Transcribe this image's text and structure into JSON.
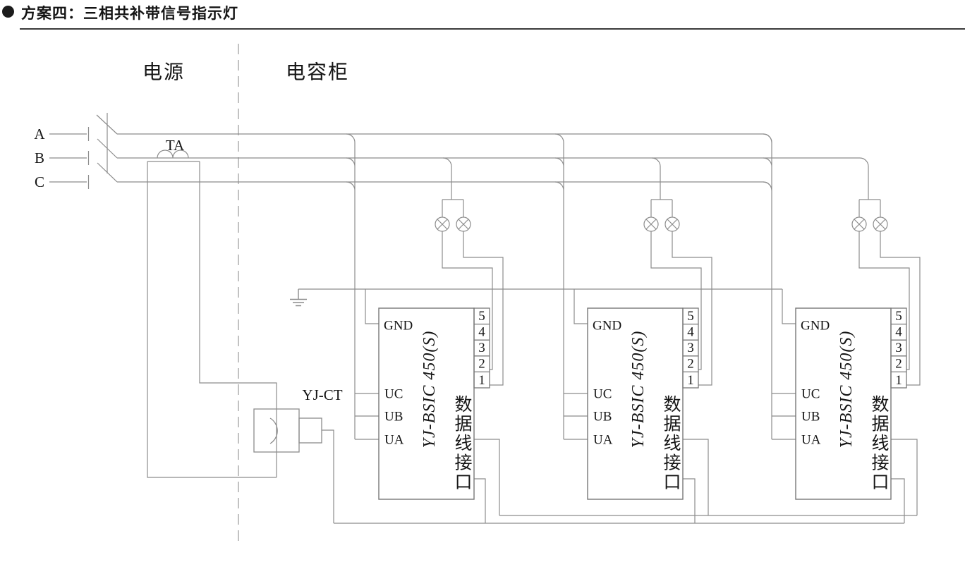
{
  "title": {
    "bullet_icon": "●",
    "text": "方案四：三相共补带信号指示灯"
  },
  "sections": {
    "power_label": "电源",
    "cabinet_label": "电容柜"
  },
  "phases": {
    "a": "A",
    "b": "B",
    "c": "C"
  },
  "transformer_label": "TA",
  "ct_sensor_label": "YJ-CT",
  "modules": [
    {
      "model": "YJ-BSIC 450(S)",
      "data_port": "数据线接口",
      "pin_gnd": "GND",
      "pin_uc": "UC",
      "pin_ub": "UB",
      "pin_ua": "UA",
      "right_pins": [
        "5",
        "4",
        "3",
        "2",
        "1"
      ]
    },
    {
      "model": "YJ-BSIC 450(S)",
      "data_port": "数据线接口",
      "pin_gnd": "GND",
      "pin_uc": "UC",
      "pin_ub": "UB",
      "pin_ua": "UA",
      "right_pins": [
        "5",
        "4",
        "3",
        "2",
        "1"
      ]
    },
    {
      "model": "YJ-BSIC 450(S)",
      "data_port": "数据线接口",
      "pin_gnd": "GND",
      "pin_uc": "UC",
      "pin_ub": "UB",
      "pin_ua": "UA",
      "right_pins": [
        "5",
        "4",
        "3",
        "2",
        "1"
      ]
    }
  ],
  "colors": {
    "wire": "#8c8c8c",
    "box": "#787878",
    "text": "#161616"
  }
}
